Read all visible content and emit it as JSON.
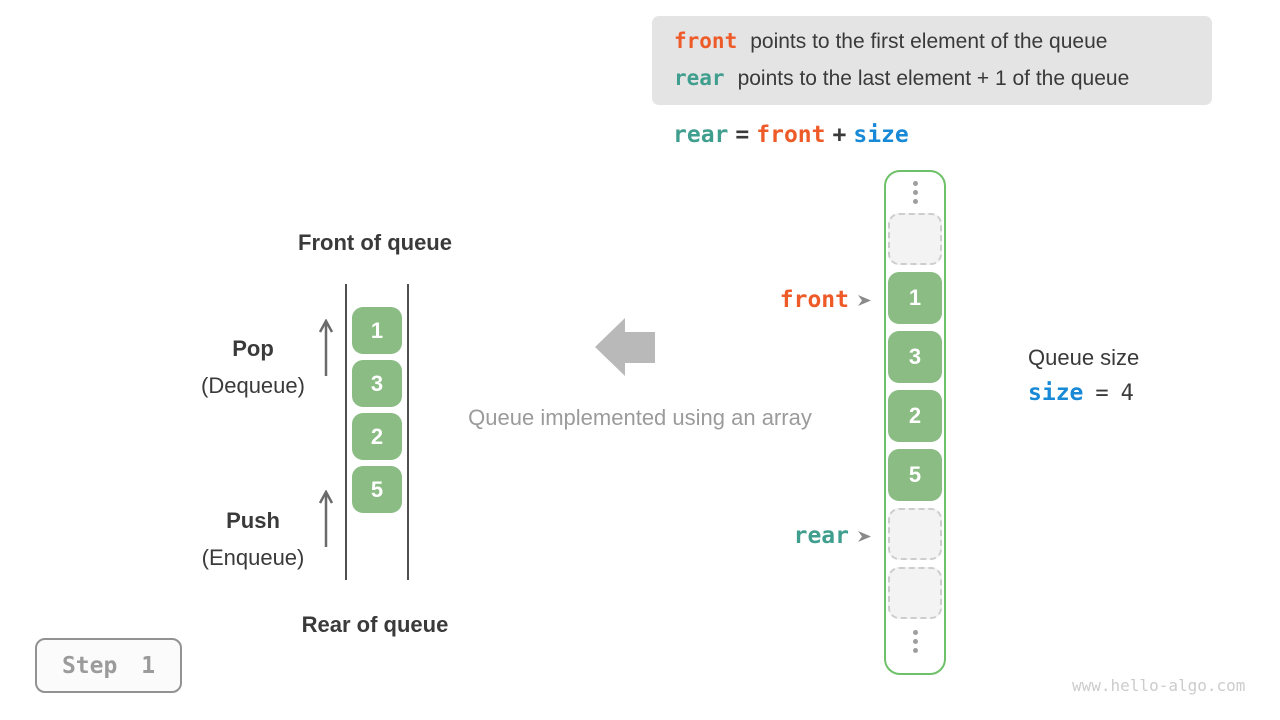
{
  "colors": {
    "front_orange": "#ee5b29",
    "rear_teal": "#3f9e8d",
    "size_blue": "#1789d6",
    "cell_green": "#8abc84",
    "frame_green": "#6ec169",
    "legend_gray": "#e4e4e4"
  },
  "legend": {
    "line1": {
      "token": "front",
      "text": "points to the first element of the queue"
    },
    "line2": {
      "token": "rear",
      "text": "points to the last element + 1 of the queue"
    }
  },
  "formula": {
    "lhs": "rear",
    "eq": "=",
    "op1": "front",
    "plus": "+",
    "op2": "size"
  },
  "left_queue": {
    "front_label": "Front of queue",
    "rear_label": "Rear of queue",
    "pop_title": "Pop",
    "pop_subtitle": "(Dequeue)",
    "push_title": "Push",
    "push_subtitle": "(Enqueue)",
    "values": [
      "1",
      "3",
      "2",
      "5"
    ]
  },
  "center": {
    "caption": "Queue implemented using an array"
  },
  "array": {
    "front_pointer": "front",
    "rear_pointer": "rear",
    "values": [
      "1",
      "3",
      "2",
      "5"
    ]
  },
  "queue_size": {
    "label": "Queue size",
    "token": "size",
    "eq": "=",
    "value": "4"
  },
  "step_label": "Step 1",
  "watermark": "www.hello-algo.com"
}
